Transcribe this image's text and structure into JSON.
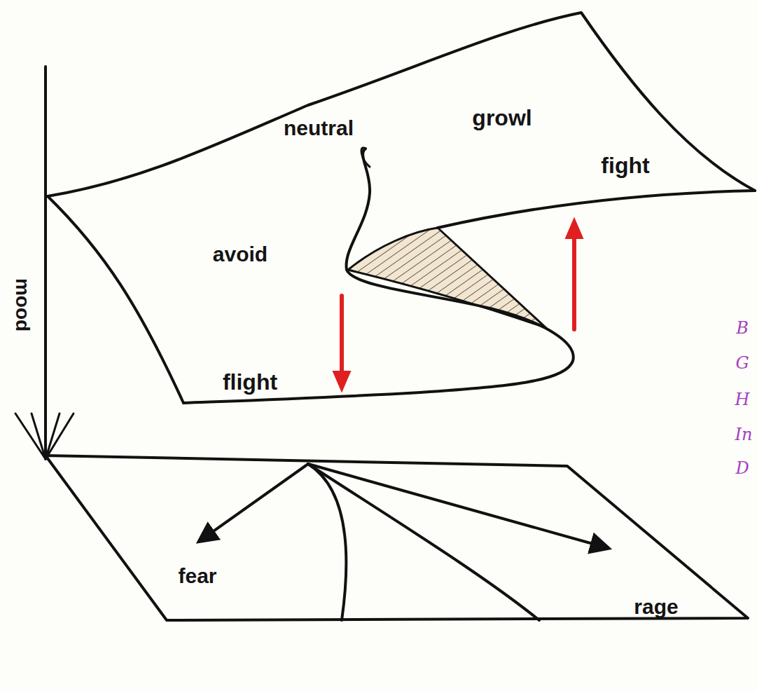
{
  "diagram": {
    "labels": [
      "neutral",
      "growl",
      "fight",
      "avoid",
      "flight",
      "mood",
      "fear",
      "rage",
      "B",
      "G",
      "H",
      "In",
      "D"
    ]
  }
}
